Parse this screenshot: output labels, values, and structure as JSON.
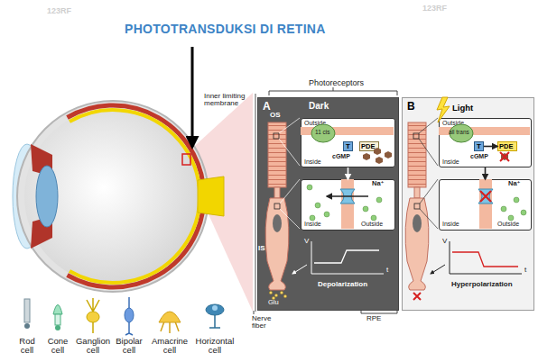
{
  "diagram": {
    "title": "PHOTOTRANSDUKSI DI RETINA",
    "nodes": [
      {
        "text": [
          "A",
          "Dark"
        ]
      },
      {
        "text": [
          "Outside",
          "Inside"
        ],
        "in": 0
      },
      {
        "text": [
          "T"
        ],
        "in": 1
      },
      {
        "text": [
          "PDE"
        ],
        "in": 1
      },
      {
        "text": [
          "Inside",
          "Outside"
        ],
        "in": 0
      },
      {
        "text": [
          "B",
          "Light"
        ]
      },
      {
        "text": [
          "Outside",
          "Inside"
        ],
        "in": 5
      },
      {
        "text": [
          "T"
        ],
        "in": 6
      },
      {
        "text": [
          "PDE"
        ],
        "in": 6
      },
      {
        "text": [
          "Inside",
          "Outside"
        ],
        "in": 5
      }
    ],
    "edges": [
      {
        "from": 1,
        "to": 4,
        "arrow": "to"
      },
      {
        "from": 7,
        "to": 8,
        "arrow": "to"
      },
      {
        "from": 6,
        "to": 9,
        "arrow": "to"
      }
    ],
    "labels": [
      "Inner limiting membrane",
      "Photoreceptors",
      "OS",
      "11 cis",
      "cGMP",
      "Na⁺",
      "IS",
      "V",
      "t",
      "Depolarization",
      "Glu",
      "Nerve fiber",
      "RPE",
      "all trans",
      "cGMP",
      "Na⁺",
      "V",
      "t",
      "Hyperpolarization",
      "Rod cell",
      "Cone cell",
      "Ganglion cell",
      "Bipolar cell",
      "Amacrine cell",
      "Horizontal cell",
      "123RF",
      "123RF"
    ]
  }
}
